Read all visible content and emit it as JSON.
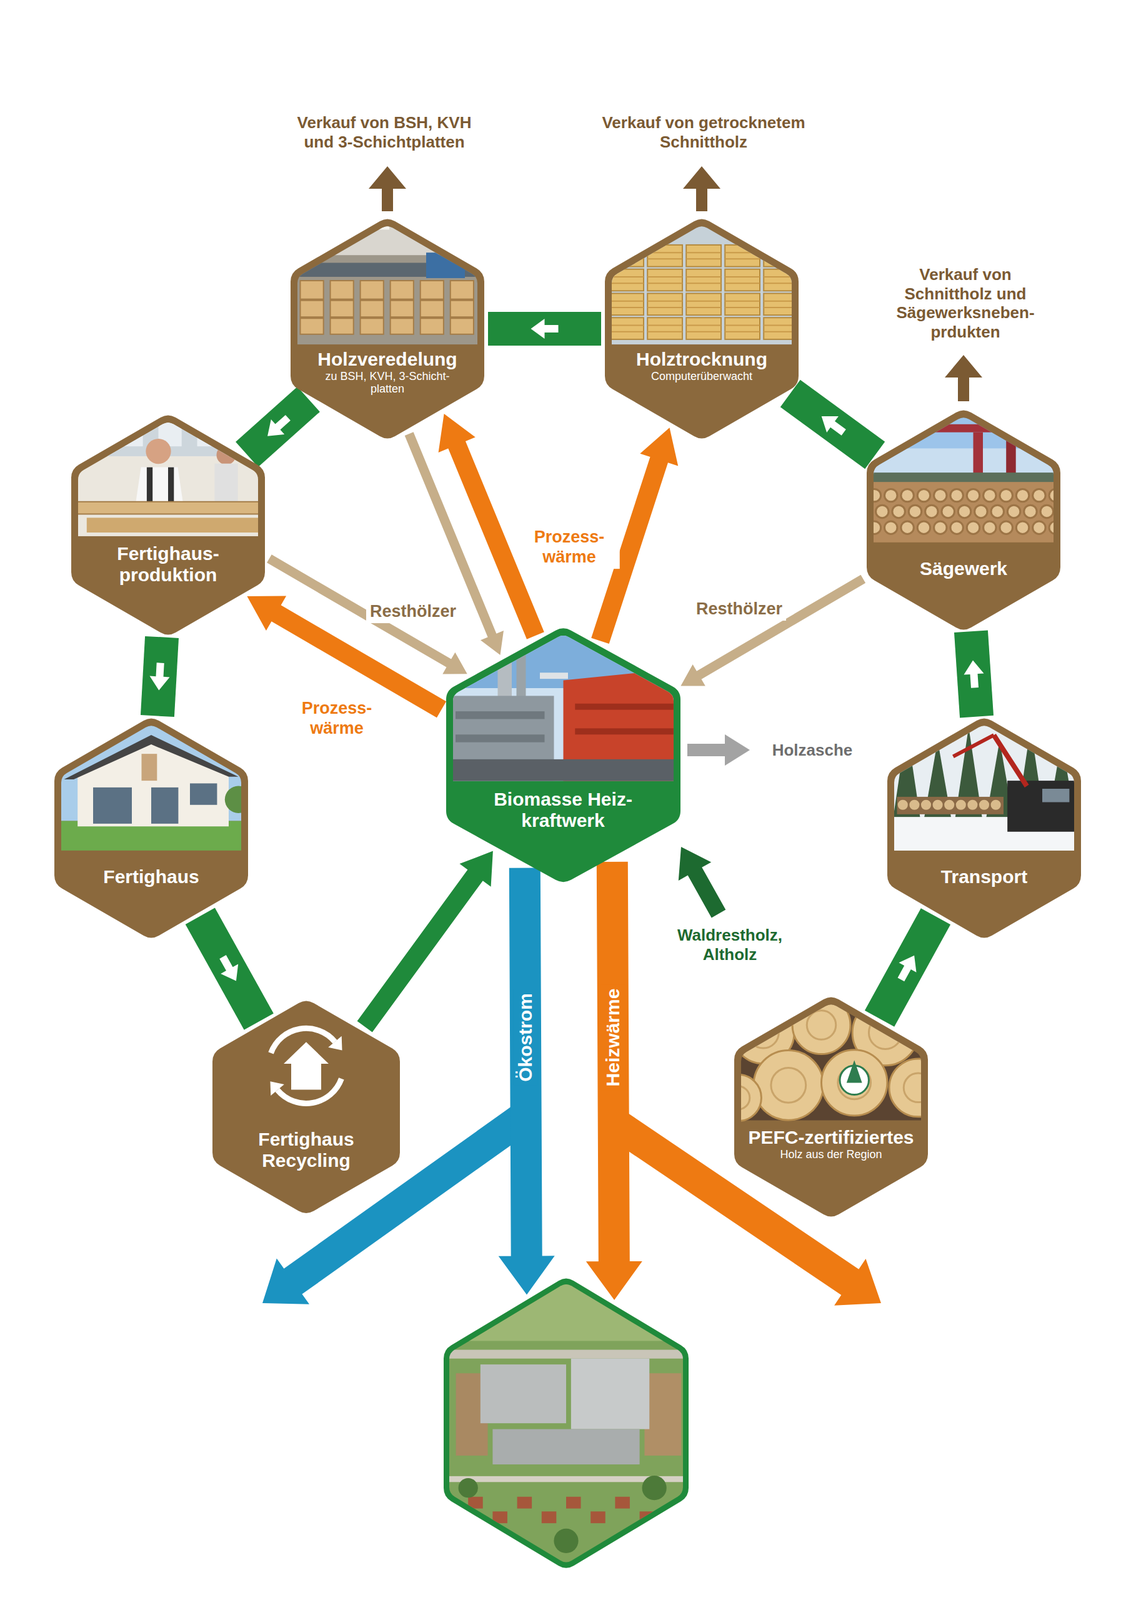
{
  "diagram": {
    "nodes": [
      {
        "text": [
          "Holzveredelung",
          "zu BSH, KVH, 3-Schicht- platten"
        ]
      },
      {
        "text": [
          "Holztrocknung",
          "Computerüberwacht"
        ]
      },
      {
        "text": [
          "Fertighaus- produktion"
        ]
      },
      {
        "text": [
          "Sägewerk"
        ]
      },
      {
        "text": [
          "Biomasse Heiz- kraftwerk"
        ]
      },
      {
        "text": [
          "Fertighaus"
        ]
      },
      {
        "text": [
          "Transport"
        ]
      },
      {
        "text": [
          "Fertighaus Recycling"
        ]
      },
      {
        "text": [
          "PEFC-zertifiziertes",
          "Holz aus der Region"
        ]
      },
      {
        "text": []
      }
    ],
    "edges": [
      {
        "from": 8,
        "to": 6,
        "arrow": "to"
      },
      {
        "from": 6,
        "to": 3,
        "arrow": "to"
      },
      {
        "from": 3,
        "to": 1,
        "arrow": "to"
      },
      {
        "from": 1,
        "to": 0,
        "arrow": "to"
      },
      {
        "from": 0,
        "to": 2,
        "arrow": "to"
      },
      {
        "from": 2,
        "to": 5,
        "arrow": "to"
      },
      {
        "from": 5,
        "to": 7,
        "arrow": "to"
      },
      {
        "from": 7,
        "to": 4,
        "arrow": "to"
      },
      {
        "from": 3,
        "to": 4,
        "label": "Resthölzer",
        "arrow": "to"
      },
      {
        "from": 0,
        "to": 4,
        "arrow": "to"
      },
      {
        "from": 2,
        "to": 4,
        "label": "Resthölzer",
        "arrow": "to"
      },
      {
        "from": 4,
        "to": 0,
        "label": "Prozess- wärme",
        "arrow": "to"
      },
      {
        "from": 4,
        "to": 1,
        "arrow": "to"
      },
      {
        "from": 4,
        "to": 2,
        "label": "Prozess- wärme",
        "arrow": "to"
      },
      {
        "from": 4,
        "to": 9,
        "label": "Ökostrom",
        "arrow": "to"
      },
      {
        "from": 4,
        "to": 9,
        "label": "Heizwärme",
        "arrow": "to"
      }
    ],
    "labels": [
      "Verkauf von BSH, KVH und 3-Schichtplatten",
      "Verkauf von getrocknetem Schnittholz",
      "Verkauf von Schnittholz und Sägewerksneben- prdukten",
      "Holzasche",
      "Waldrestholz, Altholz"
    ]
  }
}
